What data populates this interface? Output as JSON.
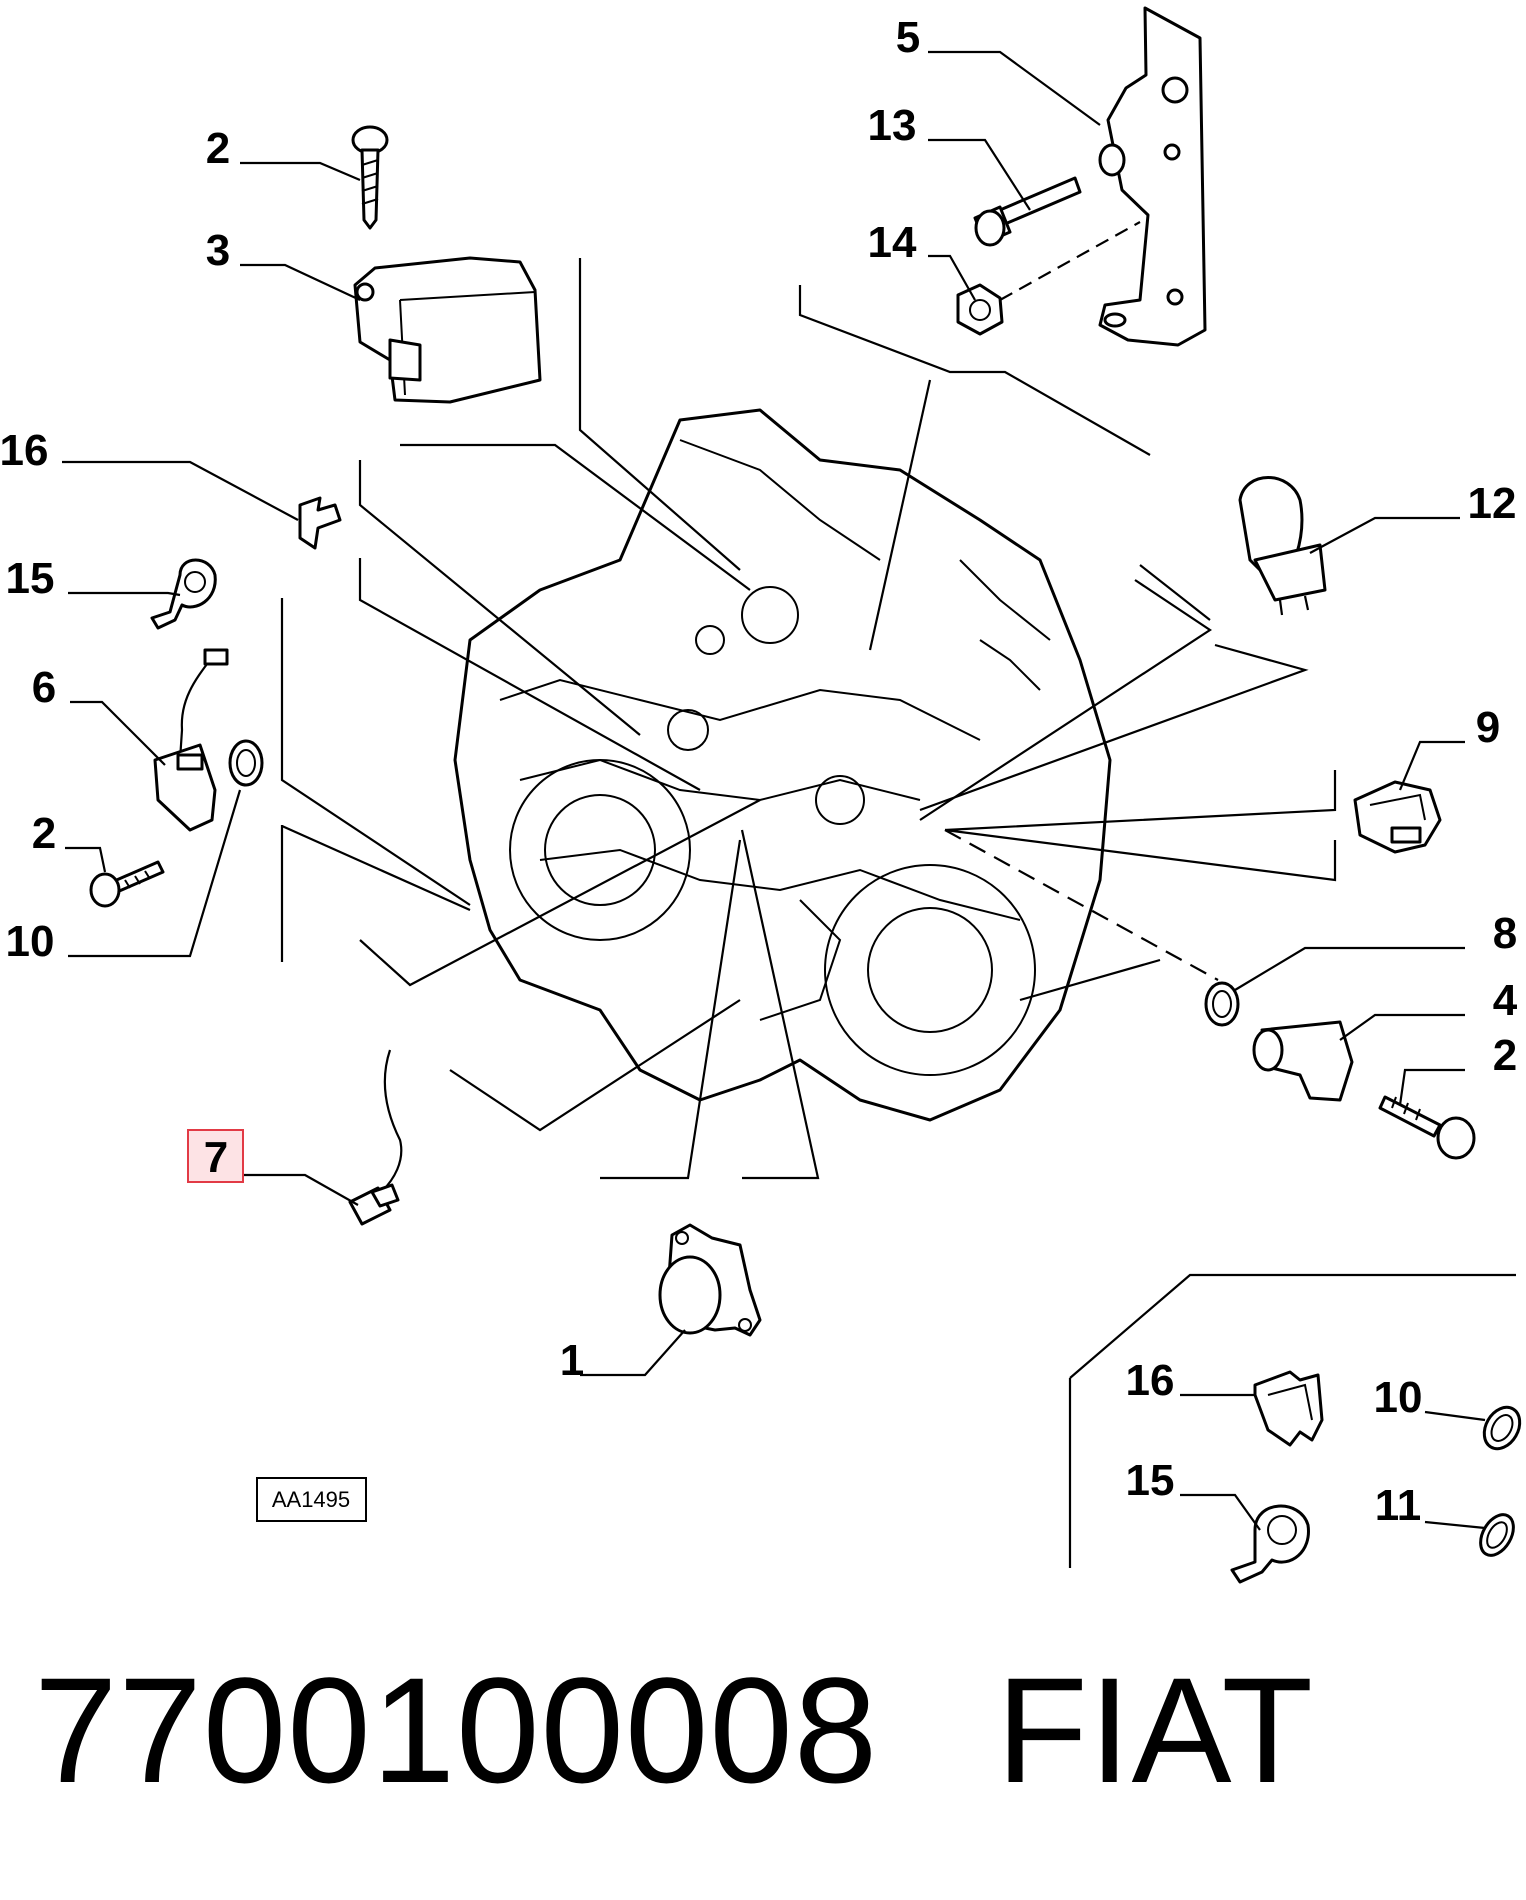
{
  "diagram": {
    "reference_code": "AA1495",
    "highlighted_callout": "7",
    "callouts": [
      "5",
      "13",
      "14",
      "2",
      "3",
      "16",
      "15",
      "6",
      "2",
      "10",
      "12",
      "9",
      "8",
      "4",
      "2",
      "7",
      "1",
      "16",
      "10",
      "15",
      "11"
    ]
  },
  "footer": {
    "part_number": "7700100008",
    "brand": "FIAT"
  },
  "colors": {
    "highlight_fill": "#fde3e5",
    "highlight_stroke": "#e23a45"
  }
}
